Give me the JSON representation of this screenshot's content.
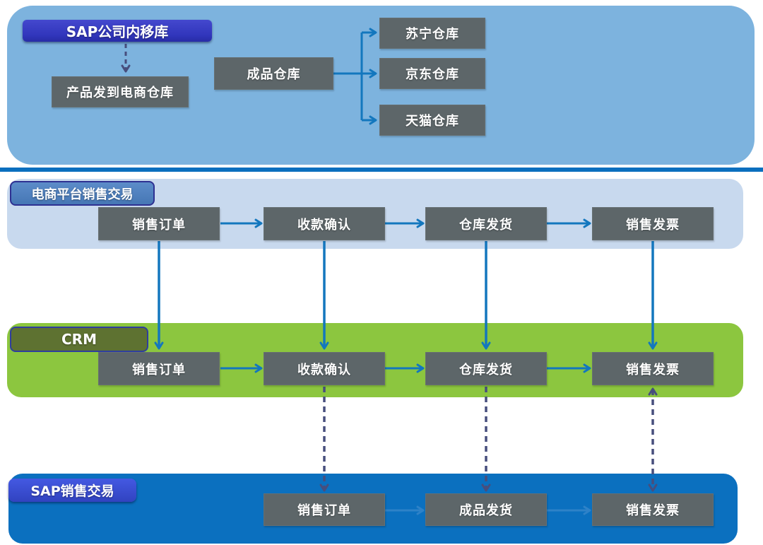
{
  "sections": {
    "internal_transfer": {
      "label": "SAP公司内移库",
      "transfer_box": "产品发到电商仓库",
      "finished_goods_box": "成品仓库",
      "warehouses": [
        "苏宁仓库",
        "京东仓库",
        "天猫仓库"
      ]
    },
    "ecommerce": {
      "label": "电商平台销售交易",
      "steps": [
        "销售订单",
        "收款确认",
        "仓库发货",
        "销售发票"
      ]
    },
    "crm": {
      "label": "CRM",
      "steps": [
        "销售订单",
        "收款确认",
        "仓库发货",
        "销售发票"
      ]
    },
    "sap": {
      "label": "SAP销售交易",
      "steps": [
        "销售订单",
        "成品发货",
        "销售发票"
      ]
    }
  },
  "colors": {
    "top_band": "#7DB3DE",
    "ecommerce_band": "#C8D9EE",
    "crm_band": "#8CC63F",
    "sap_band": "#0B70BF",
    "divider": "#0B6FBE",
    "process_box": "#5D6669",
    "solid_arrow": "#1377BE",
    "dashed_arrow": "#474E7D",
    "faint_arrow": "#2E82C8",
    "top_label_bg": "#383CC4",
    "ecommerce_label_bg": "#4C7EBE",
    "crm_label_bg": "#5E7231",
    "sap_label_bg": "#3A4FD8"
  }
}
